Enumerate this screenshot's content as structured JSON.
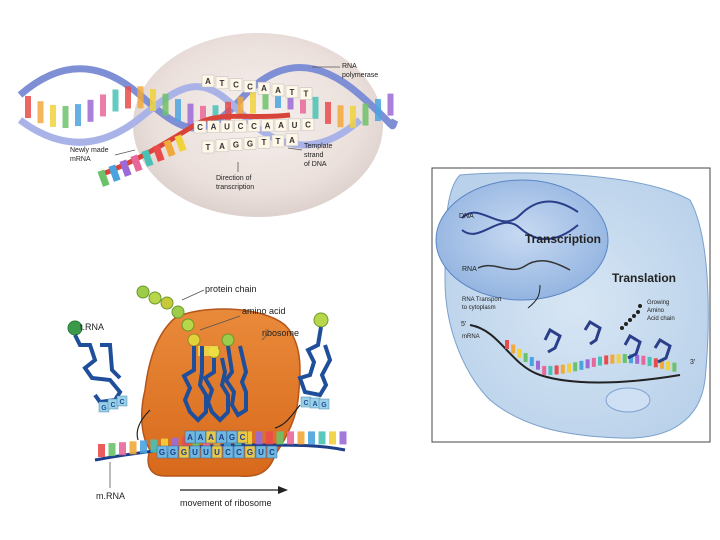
{
  "transcription_figure": {
    "labels": {
      "rna_polymerase_1": "RNA",
      "rna_polymerase_2": "polymerase",
      "newly_made_1": "Newly made",
      "newly_made_2": "mRNA",
      "template_1": "Template",
      "template_2": "strand",
      "template_3": "of DNA",
      "direction_1": "Direction of",
      "direction_2": "transcription"
    },
    "top_bases": [
      "A",
      "T",
      "C",
      "C",
      "A",
      "A",
      "T",
      "T"
    ],
    "mrna_bases": [
      "C",
      "A",
      "U",
      "C",
      "C",
      "A",
      "A",
      "U",
      "C"
    ],
    "template_bases": [
      "T",
      "A",
      "G",
      "G",
      "T",
      "T",
      "A"
    ]
  },
  "translation_figure": {
    "labels": {
      "protein_chain": "protein chain",
      "amino_acid": "amino acid",
      "trna": "t.RNA",
      "ribosome": "ribosome",
      "mrna": "m.RNA",
      "movement": "movement of ribosome"
    },
    "anticodon_left": "GCC",
    "anticodon_right": "CAG",
    "codon_row_top": [
      "A",
      "A",
      "A",
      "A",
      "G",
      "C"
    ],
    "codon_row_bottom": [
      "G",
      "G",
      "G",
      "U",
      "U",
      "U",
      "C",
      "C",
      "G",
      "U",
      "C"
    ]
  },
  "cell_figure": {
    "labels": {
      "dna": "DNA",
      "transcription": "Transcription",
      "rna": "RNA",
      "translation": "Translation",
      "rna_transport_1": "RNA Transport",
      "rna_transport_2": "to cytoplasm",
      "five_prime": "5'",
      "mrna": "mRNA",
      "growing_1": "Growing",
      "growing_2": "Amino",
      "growing_3": "Acid chain",
      "three_prime": "3'"
    }
  }
}
